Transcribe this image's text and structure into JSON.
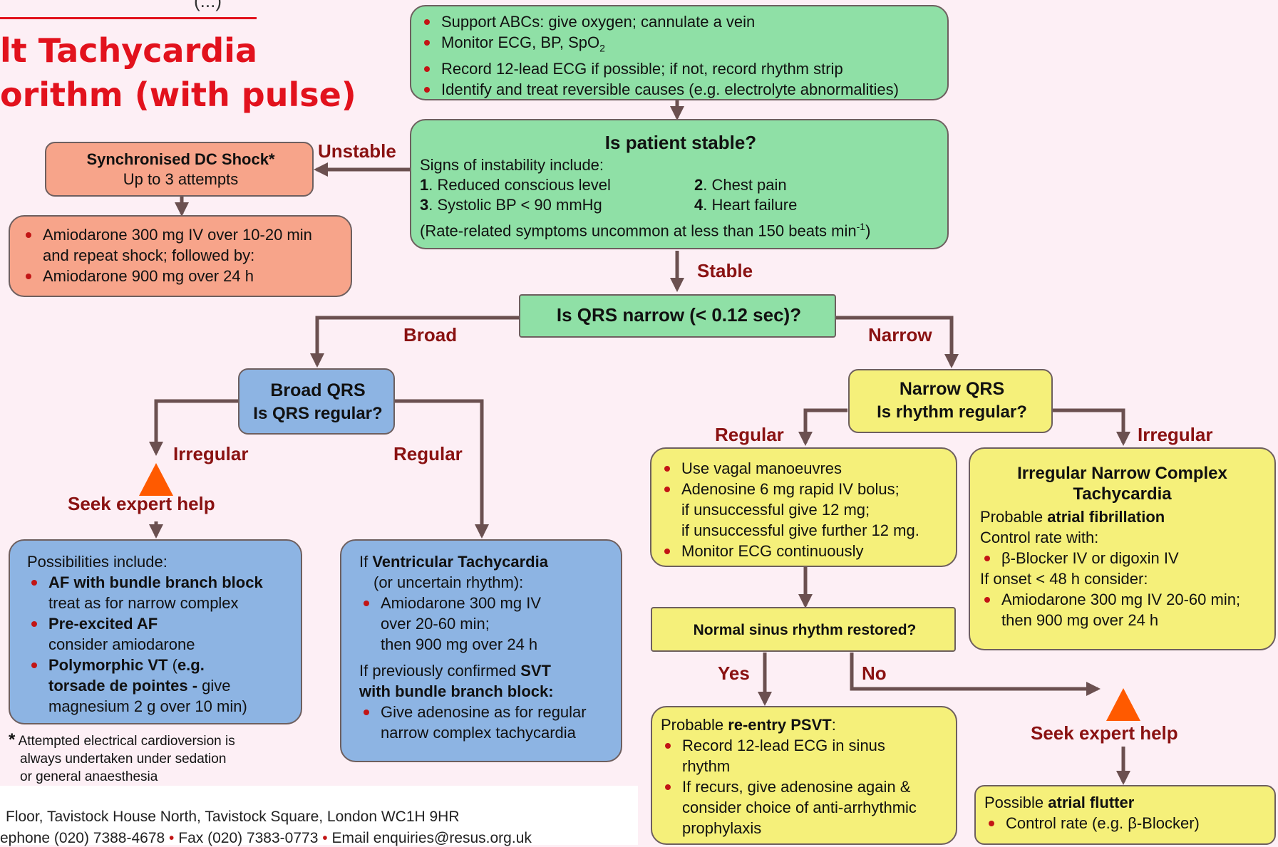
{
  "header": {
    "top_fragment": "(...)",
    "title_line1": "lt Tachycardia",
    "title_line2": "orithm  (with pulse)"
  },
  "initial": {
    "items": [
      "Support ABCs: give oxygen; cannulate a vein",
      "Monitor ECG, BP, SpO",
      "Record 12-lead ECG if possible; if not, record rhythm strip",
      "Identify and treat reversible causes (e.g. electrolyte abnormalities)"
    ],
    "spo2_sub": "2"
  },
  "stable_q": {
    "title": "Is patient stable?",
    "intro": "Signs of instability include:",
    "sign1_num": "1",
    "sign1": ". Reduced conscious level",
    "sign2_num": "2",
    "sign2": ". Chest pain",
    "sign3_num": "3",
    "sign3": ". Systolic BP < 90 mmHg",
    "sign4_num": "4",
    "sign4": ". Heart failure",
    "note": "(Rate-related symptoms uncommon at less than 150 beats min",
    "note_sup": "-1",
    "note_end": ")"
  },
  "labels": {
    "unstable": "Unstable",
    "stable": "Stable",
    "broad": "Broad",
    "narrow": "Narrow",
    "irregular_left": "Irregular",
    "regular_left": "Regular",
    "regular_right": "Regular",
    "irregular_right": "Irregular",
    "yes": "Yes",
    "no": "No"
  },
  "shock": {
    "title": "Synchronised DC Shock",
    "star": "*",
    "subtitle": "Up to 3 attempts"
  },
  "amio_shock": {
    "item1_line1": "Amiodarone 300 mg IV over 10-20 min",
    "item1_line2": "and repeat shock; followed by:",
    "item2": "Amiodarone 900 mg over 24 h"
  },
  "qrs_q": {
    "title": "Is QRS narrow (< 0.12 sec)?"
  },
  "broad_qrs": {
    "title": "Broad QRS",
    "subtitle": "Is QRS regular?"
  },
  "narrow_qrs": {
    "title": "Narrow QRS",
    "subtitle": "Is rhythm regular?"
  },
  "seek_left": "Seek expert help",
  "seek_right": "Seek expert  help",
  "broad_irreg": {
    "intro": "Possibilities include:",
    "af_bbb": "AF with bundle branch block",
    "af_bbb_sub": "treat as for narrow complex",
    "preexc": "Pre-excited AF",
    "preexc_sub": "consider amiodarone",
    "poly_bold": "Polymorphic VT",
    "poly_paren": " (",
    "poly_eg": "e.g.",
    "torsade": "torsade de pointes -",
    "torsade_rest": "  give",
    "mag": "magnesium 2 g over 10 min)"
  },
  "broad_reg": {
    "if1": "If ",
    "vt": "Ventricular Tachycardia",
    "uncertain": "(or uncertain rhythm):",
    "amio1": "Amiodarone 300 mg IV",
    "amio2": "over 20-60 min;",
    "amio3": "then 900 mg over 24 h",
    "prev": "If previously confirmed ",
    "svt": "SVT",
    "with_bbb": "with bundle branch block:",
    "give1": "Give adenosine as for regular",
    "give2": "narrow complex tachycardia"
  },
  "narrow_reg": {
    "vagal": "Use vagal manoeuvres",
    "aden1": "Adenosine 6 mg rapid IV bolus;",
    "aden2": "if unsuccessful give 12 mg;",
    "aden3": "if unsuccessful give further 12 mg.",
    "monitor": "Monitor ECG continuously"
  },
  "nsr": {
    "title": "Normal sinus rhythm restored?"
  },
  "psvt": {
    "probable": "Probable ",
    "reentry": "re-entry PSVT",
    "colon": ":",
    "rec1": "Record 12-lead ECG in sinus",
    "rec2": "rhythm",
    "recurs1": "If recurs, give adenosine again &",
    "recurs2": "consider choice of anti-arrhythmic",
    "recurs3": "prophylaxis"
  },
  "irreg_narrow": {
    "title1": "Irregular Narrow Complex",
    "title2": "Tachycardia",
    "probable": "Probable ",
    "af": "atrial fibrillation",
    "control": "Control rate with:",
    "beta": "β-Blocker IV or digoxin IV",
    "onset": "If onset < 48 h consider:",
    "amio1": "Amiodarone 300 mg IV 20-60 min;",
    "amio2": "then 900 mg over 24 h"
  },
  "flutter": {
    "possible": "Possible ",
    "af": "atrial flutter",
    "control": "Control rate (e.g. β-Blocker)"
  },
  "footnote": {
    "star": "*",
    "line1": "Attempted electrical cardioversion is",
    "line2": "always undertaken under sedation",
    "line3": "or general anaesthesia"
  },
  "footer": {
    "line1": "Floor, Tavistock House North, Tavistock Square, London WC1H 9HR",
    "phone": "ephone (020) 7388-4678",
    "fax": "Fax (020) 7383-0773",
    "email": "Email enquiries@resus.org.uk",
    "sep": "•"
  },
  "colors": {
    "green": "#8fe0a6",
    "salmon": "#f7a48a",
    "blue": "#8db4e3",
    "yellow": "#f5f07a",
    "label_red": "#8a1212",
    "title_red": "#e2121d",
    "arrow": "#6b5050",
    "warning": "#ff5a00"
  }
}
